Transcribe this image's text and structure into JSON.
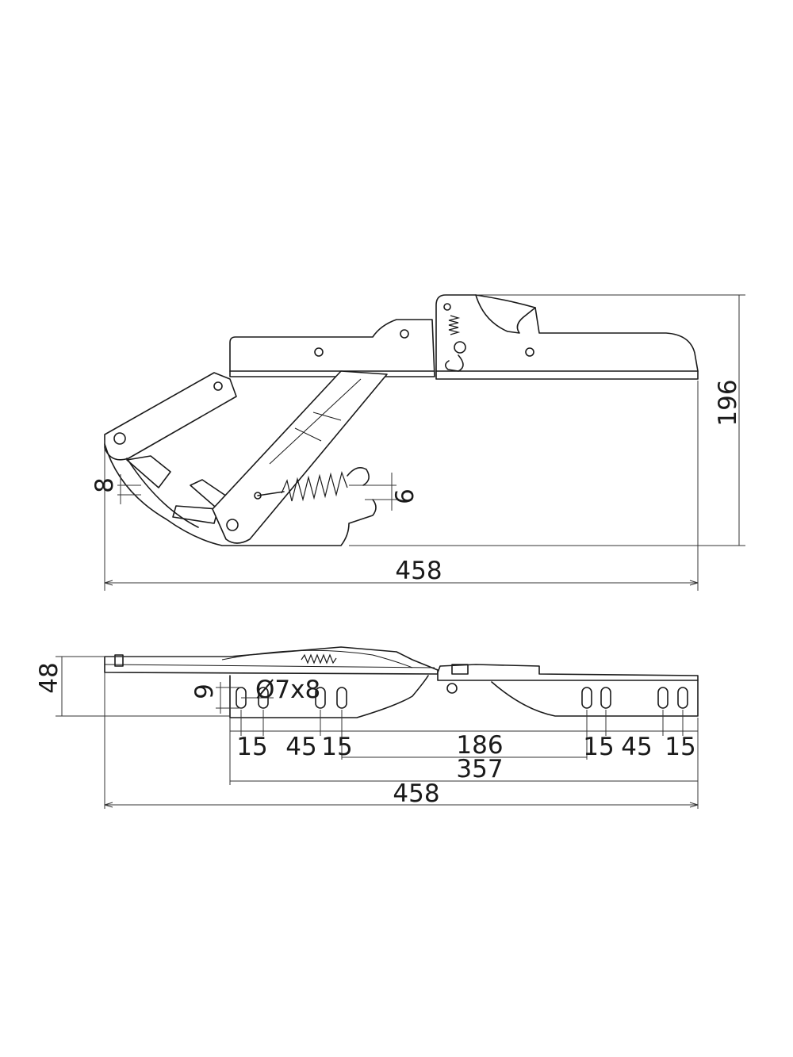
{
  "side_view": {
    "overall_length": "458",
    "overall_height": "196",
    "dim_left_pin": "8",
    "dim_spring_mount": "6"
  },
  "plan_view": {
    "thickness": "48",
    "slot_height": "9",
    "hole_callout": "Ø7x8",
    "spacing_left_a": "15",
    "spacing_left_b": "45",
    "spacing_left_c": "15",
    "spacing_middle": "186",
    "spacing_right_a": "15",
    "spacing_right_b": "45",
    "spacing_right_c": "15",
    "slot_span": "357",
    "overall_length": "458"
  }
}
